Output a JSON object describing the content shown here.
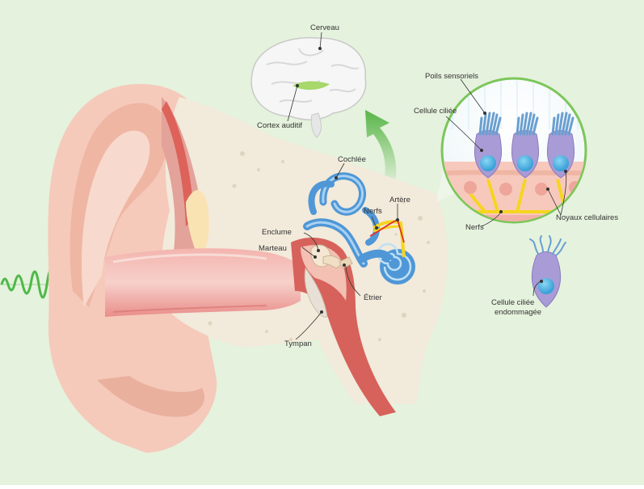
{
  "labels": {
    "cerveau": "Cerveau",
    "cortex_auditif": "Cortex auditif",
    "poils_sensoriels": "Poils sensoriels",
    "cellule_ciliee": "Cellule ciliée",
    "cochlee": "Cochlée",
    "nerfs_inner": "Nerfs",
    "artere": "Artère",
    "enclume": "Enclume",
    "marteau": "Marteau",
    "etrier": "Étrier",
    "tympan": "Tympan",
    "nerfs_cells": "Nerfs",
    "noyaux_cellulaires": "Noyaux cellulaires",
    "cellule_endommagee_1": "Cellule ciliée",
    "cellule_endommagee_2": "endommagée"
  },
  "colors": {
    "background": "#e5f2dd",
    "skin": "#f3c2b0",
    "bone": "#f2eadb",
    "cochlea": "#4f97d6",
    "hair_cell": "#a99bd6",
    "nucleus": "#4ab0e0",
    "nerve": "#f6d51f",
    "sound_wave": "#3fb23a",
    "arrow": "#6cbf52"
  }
}
